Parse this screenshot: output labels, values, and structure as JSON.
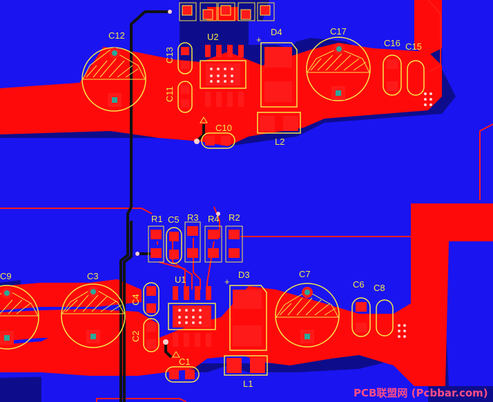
{
  "colors": {
    "board": "#0d0d8c",
    "pour_blue": "#1a14f0",
    "copper_red": "#ff0a0a",
    "silkscreen": "#f5e84a",
    "pad_red": "#ff1a1a",
    "via_teal": "#2aa89a",
    "track_black": "#111111",
    "watermark": "#ff4e86"
  },
  "designators": {
    "c12": "C12",
    "c13": "C13",
    "c11": "C11",
    "u2": "U2",
    "d4": "D4",
    "c17": "C17",
    "c16": "C16",
    "c15": "C15",
    "c10": "C10",
    "l2": "L2",
    "r1": "R1",
    "c5": "C5",
    "r3": "R3",
    "r4": "R4",
    "r2": "R2",
    "c9": "C9",
    "c3": "C3",
    "u1": "U1",
    "d3": "D3",
    "c7": "C7",
    "c6": "C6",
    "c8": "C8",
    "c4": "C4",
    "c2": "C2",
    "c1": "C1",
    "l1": "L1"
  },
  "polarity": {
    "d4_plus": "+",
    "d3_plus": "+"
  },
  "watermark": "PCB联盟网 (Pcbbar.com)"
}
